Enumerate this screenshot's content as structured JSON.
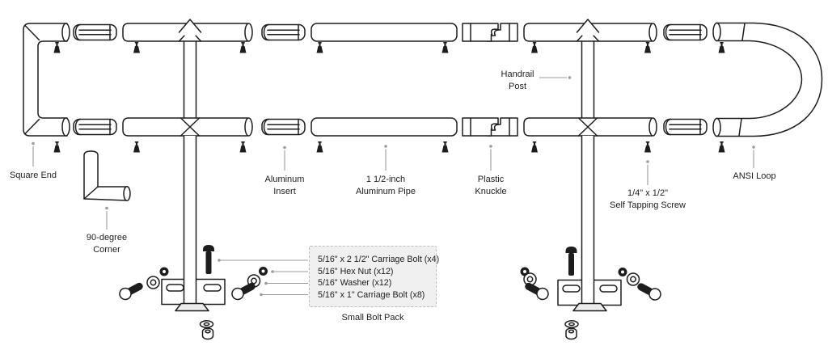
{
  "labels": {
    "square_end": "Square End",
    "corner_90": "90-degree\nCorner",
    "aluminum_insert": "Aluminum\nInsert",
    "aluminum_pipe": "1 1/2-inch\nAluminum Pipe",
    "plastic_knuckle": "Plastic\nKnuckle",
    "handrail_post": "Handrail\nPost",
    "self_tapping_screw": "1/4\" x 1/2\"\nSelf Tapping Screw",
    "ansi_loop": "ANSI Loop"
  },
  "bolt_pack": {
    "caption": "Small Bolt Pack",
    "items": [
      "5/16\" x 2 1/2\" Carriage Bolt (x4)",
      "5/16\" Hex Nut (x12)",
      "5/16\" Washer (x12)",
      "5/16\" x 1\" Carriage Bolt (x8)"
    ]
  },
  "colors": {
    "line": "#1d1d1f",
    "leader": "#9b9b9b",
    "box_bg": "#f0f0f0",
    "box_border": "#bfbfbf",
    "background": "#ffffff"
  }
}
